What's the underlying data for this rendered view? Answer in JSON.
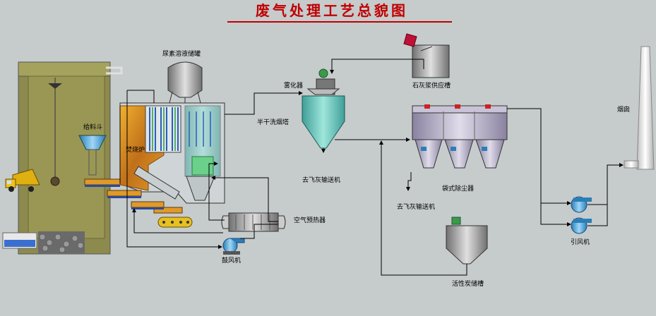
{
  "title": "废气处理工艺总貌图",
  "labels": {
    "urea_tank": "尿素溶液储罐",
    "atomizer": "雾化器",
    "lime_tank": "石灰浆供应槽",
    "chimney": "烟囱",
    "feed_hopper": "给料斗",
    "incinerator": "焚烧炉",
    "scrubber": "半干洗烟塔",
    "ash_conveyor_1": "去飞灰输送机",
    "bag_filter": "袋式除尘器",
    "ash_conveyor_2": "去飞灰输送机",
    "air_preheater": "空气预热器",
    "blower": "鼓风机",
    "induced_fan": "引风机",
    "carbon_tank": "活性炭储槽"
  },
  "colors": {
    "background": "#c6cbcc",
    "title": "#c00000",
    "pipe": "#000000",
    "pit": "#8d8a4d",
    "flame": "#d58a1a",
    "tower": "#6ec6bf",
    "bag": "#b8b0c8"
  }
}
